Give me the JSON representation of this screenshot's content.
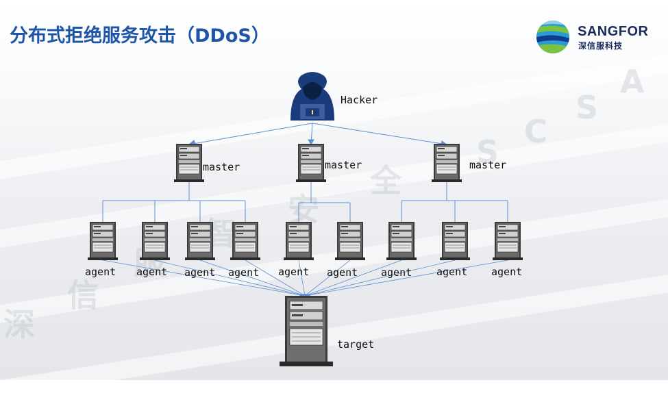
{
  "slide": {
    "title": "分布式拒绝服务攻击（DDoS）",
    "brand": {
      "name": "SANGFOR",
      "subtitle": "深信服科技"
    },
    "watermark": [
      "深",
      "信",
      "服",
      "智",
      "安",
      "全",
      "S",
      "C",
      "S",
      "A"
    ]
  },
  "diagram": {
    "hacker": {
      "label": "Hacker",
      "icon": "hacker-icon"
    },
    "masters": [
      {
        "label": "master"
      },
      {
        "label": "master"
      },
      {
        "label": "master"
      }
    ],
    "agents": [
      {
        "label": "agent"
      },
      {
        "label": "agent"
      },
      {
        "label": "agent"
      },
      {
        "label": "agent"
      },
      {
        "label": "agent"
      },
      {
        "label": "agent"
      },
      {
        "label": "agent"
      },
      {
        "label": "agent"
      },
      {
        "label": "agent"
      }
    ],
    "target": {
      "label": "target",
      "icon": "server-tower-icon"
    },
    "colors": {
      "tree_lines": "#5b8fd1",
      "attack_lines": "#5b8fd1",
      "hacker_hood": "#1b3c7a",
      "title": "#1f55a8"
    }
  }
}
